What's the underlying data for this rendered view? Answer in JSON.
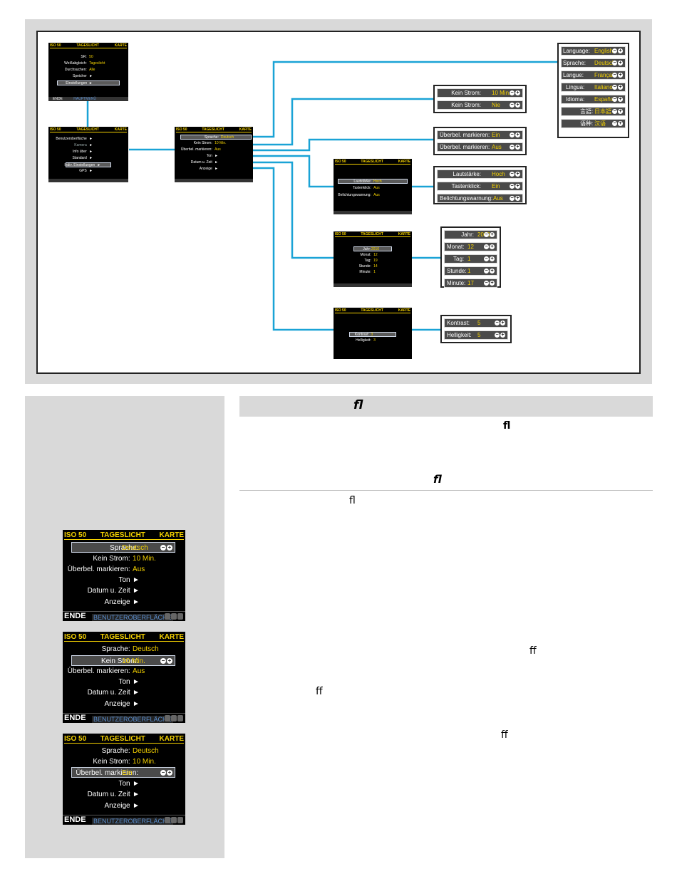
{
  "colors": {
    "accent": "#f5d200",
    "wire": "#1aa3d6"
  },
  "screen_header": {
    "iso": "ISO 50",
    "mode": "TAGESLICHT",
    "card": "KARTE"
  },
  "s_main": {
    "rows": [
      {
        "label": "SR:",
        "value": "50"
      },
      {
        "label": "Weißabgleich:",
        "value": "Tageslicht"
      },
      {
        "label": "Durchsuchen:",
        "value": "Alle"
      },
      {
        "label": "Speicher",
        "value": "►"
      },
      {
        "label": "Einstellungen",
        "value": "►"
      }
    ],
    "footer_left": "ENDE",
    "footer_menu": "HAUPTMENÜ"
  },
  "s_settings": {
    "rows": [
      {
        "label": "Benutzeroberfläche",
        "value": "►"
      },
      {
        "label": "Kamera",
        "value": "►"
      },
      {
        "label": "Info über",
        "value": "►"
      },
      {
        "label": "Standard",
        "value": "►"
      },
      {
        "label": "Indiv. Einstellungen",
        "value": "►"
      },
      {
        "label": "GPS",
        "value": "►"
      }
    ]
  },
  "s_ui": {
    "rows": [
      {
        "label": "Sprache:",
        "value": "Deutsch"
      },
      {
        "label": "Kein Strom:",
        "value": "10 Min."
      },
      {
        "label": "Überbel. markieren:",
        "value": "Aus"
      },
      {
        "label": "Ton",
        "value": "►"
      },
      {
        "label": "Datum u. Zeit",
        "value": "►"
      },
      {
        "label": "Anzeige",
        "value": "►"
      }
    ]
  },
  "lang_options": [
    {
      "label": "Language:",
      "value": "English"
    },
    {
      "label": "Sprache:",
      "value": "Deutsch"
    },
    {
      "label": "Langue:",
      "value": "Français"
    },
    {
      "label": "Lingua:",
      "value": "Italiano"
    },
    {
      "label": "Idioma:",
      "value": "Español"
    },
    {
      "label": "言語:",
      "value": "日本語"
    },
    {
      "label": "语种:",
      "value": "汉语"
    }
  ],
  "power_options": [
    {
      "label": "Kein Strom:",
      "value": "10 Min."
    },
    {
      "label": "Kein Strom:",
      "value": "Nie"
    }
  ],
  "overexp_options": [
    {
      "label": "Überbel. markieren:",
      "value": "Ein"
    },
    {
      "label": "Überbel. markieren:",
      "value": "Aus"
    }
  ],
  "s_ton": {
    "rows": [
      {
        "label": "Lautstärke:",
        "value": "Hoch"
      },
      {
        "label": "Tastenklick:",
        "value": "Aus"
      },
      {
        "label": "Belichtungswarnung:",
        "value": "Aus"
      }
    ]
  },
  "ton_options": [
    {
      "label": "Lautstärke:",
      "value": "Hoch"
    },
    {
      "label": "Tastenklick:",
      "value": "Ein"
    },
    {
      "label": "Belichtungswarnung:",
      "value": "Aus"
    }
  ],
  "s_date": {
    "rows": [
      {
        "label": "Jahr:",
        "value": "2010"
      },
      {
        "label": "Monat:",
        "value": "12"
      },
      {
        "label": "Tag:",
        "value": "19"
      },
      {
        "label": "Stunde:",
        "value": "14"
      },
      {
        "label": "Minute:",
        "value": "1"
      }
    ]
  },
  "date_options": [
    {
      "label": "Jahr:",
      "value": "2010"
    },
    {
      "label": "Monat:",
      "value": "12"
    },
    {
      "label": "Tag:",
      "value": "1"
    },
    {
      "label": "Stunde:",
      "value": "1"
    },
    {
      "label": "Minute:",
      "value": "17"
    }
  ],
  "s_display": {
    "rows": [
      {
        "label": "Kontrast:",
        "value": "3"
      },
      {
        "label": "Helligkeit:",
        "value": "3"
      }
    ]
  },
  "display_options": [
    {
      "label": "Kontrast:",
      "value": "5"
    },
    {
      "label": "Helligkeit:",
      "value": "5"
    }
  ],
  "big_screens": [
    {
      "rows": [
        {
          "label": "Sprache:",
          "value": "Deutsch"
        },
        {
          "label": "Kein Strom:",
          "value": "10 Min."
        },
        {
          "label": "Überbel. markieren:",
          "value": "Aus"
        },
        {
          "label": "Ton",
          "value": "►"
        },
        {
          "label": "Datum u. Zeit",
          "value": "►"
        },
        {
          "label": "Anzeige",
          "value": "►"
        }
      ],
      "footer_left": "ENDE",
      "footer_menu": "BENUTZEROBERFLÄCHE"
    },
    {
      "rows": [
        {
          "label": "Sprache:",
          "value": "Deutsch"
        },
        {
          "label": "Kein Strom:",
          "value": "10 Min."
        },
        {
          "label": "Überbel. markieren:",
          "value": "Aus"
        },
        {
          "label": "Ton",
          "value": "►"
        },
        {
          "label": "Datum u. Zeit",
          "value": "►"
        },
        {
          "label": "Anzeige",
          "value": "►"
        }
      ],
      "footer_left": "ENDE",
      "footer_menu": "BENUTZEROBERFLÄCHE"
    },
    {
      "rows": [
        {
          "label": "Sprache:",
          "value": "Deutsch"
        },
        {
          "label": "Kein Strom:",
          "value": "10 Min."
        },
        {
          "label": "Überbel. markieren:",
          "value": "Ein"
        },
        {
          "label": "Ton",
          "value": "►"
        },
        {
          "label": "Datum u. Zeit",
          "value": "►"
        },
        {
          "label": "Anzeige",
          "value": "►"
        }
      ],
      "footer_left": "ENDE",
      "footer_menu": "BENUTZEROBERFLÄCHE"
    }
  ],
  "ligatures": {
    "fl": "ﬂ",
    "ff": "ﬀ"
  }
}
